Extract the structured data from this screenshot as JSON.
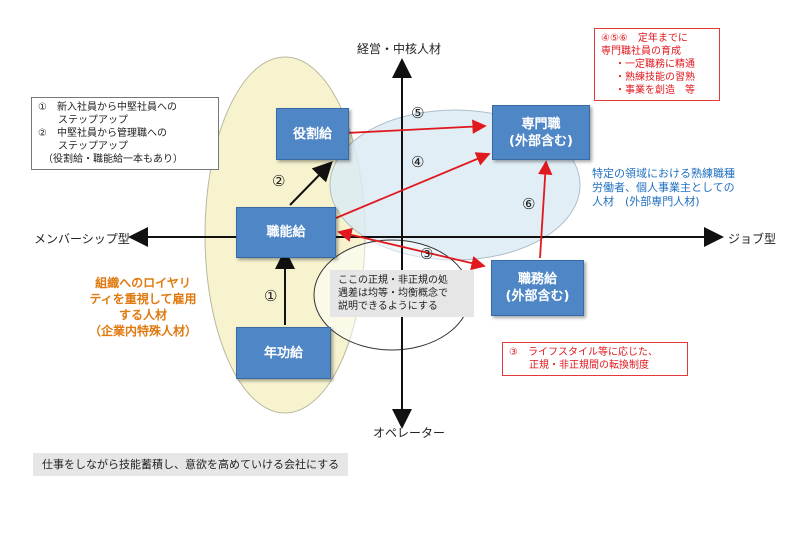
{
  "axes": {
    "top": "経営・中核人材",
    "bottom": "オペレーター",
    "left": "メンバーシップ型",
    "right": "ジョブ型"
  },
  "boxes": {
    "nenkou": "年功給",
    "shokunou": "職能給",
    "yakuwari": "役割給",
    "senmon": [
      "専門職",
      "(外部含む)"
    ],
    "shokumu": [
      "職務給",
      "(外部含む)"
    ]
  },
  "numbers": {
    "n1": "①",
    "n2": "②",
    "n3": "③",
    "n4": "④",
    "n5": "⑤",
    "n6": "⑥"
  },
  "legend_note": [
    "①　新入社員から中堅社員への",
    "　　ステップアップ",
    "②　中堅社員から管理職への",
    "　　ステップアップ",
    "　（役割給・職能給一本もあり）"
  ],
  "top_red_note": [
    "④⑤⑥　定年までに",
    "専門職社員の育成",
    "・一定職務に精通",
    "・熟練技能の習熟",
    "・事業を創造　等"
  ],
  "right_blue_text": [
    "特定の領域における熟練職種",
    "労働者、個人事業主としての",
    "人材　(外部専門人材)"
  ],
  "left_orange_text": [
    "組織へのロイヤリ",
    "ティを重視して雇用",
    "する人材",
    "（企業内特殊人材）"
  ],
  "gray_note": [
    "ここの正規・非正規の処",
    "遇差は均等・均衡概念で",
    "説明できるようにする"
  ],
  "bottom_red_note": [
    "③　ライフスタイル等に応じた、",
    "　　正規・非正規間の転換制度"
  ],
  "footer": "仕事をしながら技能蓄積し、意欲を高めていける会社にする",
  "colors": {
    "box_fill": "#4f86c6",
    "arrow_red": "#e0191f",
    "left_region": "#f7f3cf",
    "right_region": "#dcecf5"
  }
}
